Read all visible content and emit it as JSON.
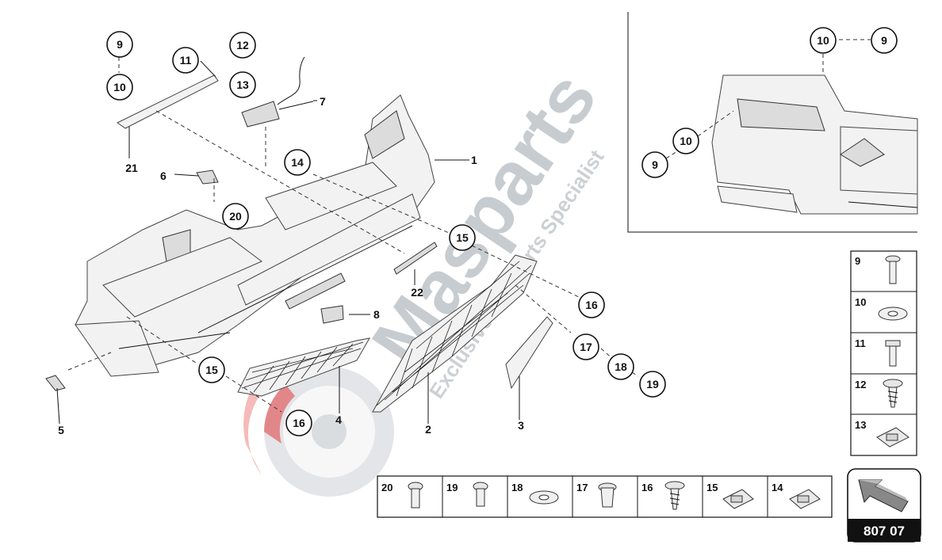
{
  "diagram": {
    "callouts": {
      "c1": "1",
      "c2": "2",
      "c3": "3",
      "c4": "4",
      "c5": "5",
      "c6": "6",
      "c7": "7",
      "c8": "8",
      "c9a": "9",
      "c10a": "10",
      "c11": "11",
      "c12": "12",
      "c13": "13",
      "c14": "14",
      "c15a": "15",
      "c15b": "15",
      "c16a": "16",
      "c16b": "16",
      "c17": "17",
      "c18": "18",
      "c19": "19",
      "c20": "20",
      "c21": "21",
      "c22": "22",
      "inset10a": "10",
      "inset9a": "9",
      "inset10b": "10",
      "inset9b": "9"
    },
    "side_table": [
      "9",
      "10",
      "11",
      "12",
      "13"
    ],
    "bottom_table": [
      "20",
      "19",
      "18",
      "17",
      "16",
      "15",
      "14"
    ],
    "diagram_code": "807 07",
    "watermark": {
      "brand": "Masparts",
      "tagline": "Exclusive Car Parts Specialist"
    },
    "colors": {
      "accent": "#e23a3a",
      "watermark": "#9aa3ab",
      "line": "#111111"
    }
  }
}
